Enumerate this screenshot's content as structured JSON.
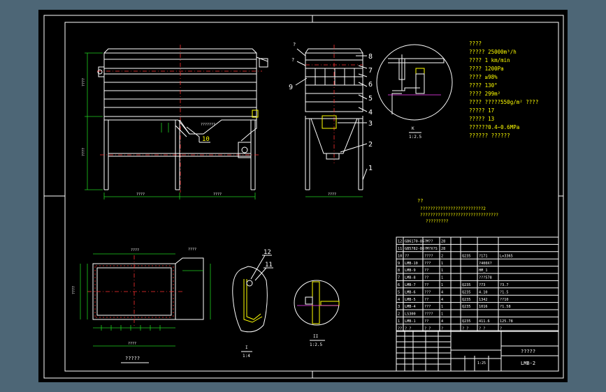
{
  "tech_notes": [
    "????",
    "?????  25000m³/h",
    "????  1 km/min",
    "????  1200Pa",
    "????  ≥98%",
    "????  130°",
    "????  299m²",
    "????  ?????550g/m² ????",
    "?????  17",
    "?????  13",
    "??????0.4~0.6MPa",
    "??????  ??????"
  ],
  "notes": {
    "title": "??",
    "line1": "?????????????????????????2",
    "line2": "???????????????????????????????",
    "line3": "?????????"
  },
  "part_numbers": [
    "8",
    "7",
    "6",
    "5",
    "4",
    "3",
    "2",
    "1"
  ],
  "left_labels": [
    "?",
    "?",
    "9"
  ],
  "center_label": "10",
  "plan_view_title": "?????",
  "section_i": {
    "num": "12",
    "sub": "11",
    "label": "I",
    "scale": "1:4"
  },
  "section_ii": {
    "label": "II",
    "scale": "1:2.5"
  },
  "detail_top": {
    "label": "K",
    "scale": "1:2.5"
  },
  "bom_rows": [
    [
      "12",
      "GB6170-86",
      "?M?? ",
      "28",
      "",
      "",
      "",
      ""
    ],
    [
      "11",
      "GB5782-86",
      "?M?X?S",
      "28",
      "",
      "",
      "",
      ""
    ],
    [
      "10",
      "??",
      "????",
      "2",
      "",
      "Q235",
      "?171",
      "L=3365"
    ],
    [
      "9",
      "LMB-10",
      "???",
      "1",
      "",
      "",
      "?400X?",
      ""
    ],
    [
      "8",
      "LMB-9",
      "??",
      "1",
      "",
      "",
      "HM_1",
      ""
    ],
    [
      "7",
      "LMB-8",
      "??",
      "1",
      "",
      "",
      "???578",
      ""
    ],
    [
      "6",
      "LMB-7",
      "??",
      "1",
      "",
      "Q235",
      "?73",
      "?3.7"
    ],
    [
      "5",
      "LMB-6",
      "???",
      "4",
      "",
      "Q235",
      "4.10",
      "?1.5"
    ],
    [
      "4",
      "LMB-5",
      "??",
      "4",
      "",
      "Q235",
      "1342",
      "??10"
    ],
    [
      "3",
      "LMB-4",
      "???",
      "1",
      "",
      "Q235",
      "1016",
      "?1.58"
    ],
    [
      "2",
      "LS300",
      "????",
      "1",
      "",
      "",
      "",
      ""
    ],
    [
      "1",
      "LMB-1",
      "??",
      "4",
      "",
      "Q235",
      "411.6",
      "125.78"
    ]
  ],
  "bom_header": [
    "??",
    "?  ?",
    "?  ?",
    "?",
    "",
    "?  ?",
    "?  ?",
    "?"
  ],
  "title_block": {
    "drawing_no": "LMB-2",
    "name": "?????",
    "scale_cell": "1:25"
  }
}
